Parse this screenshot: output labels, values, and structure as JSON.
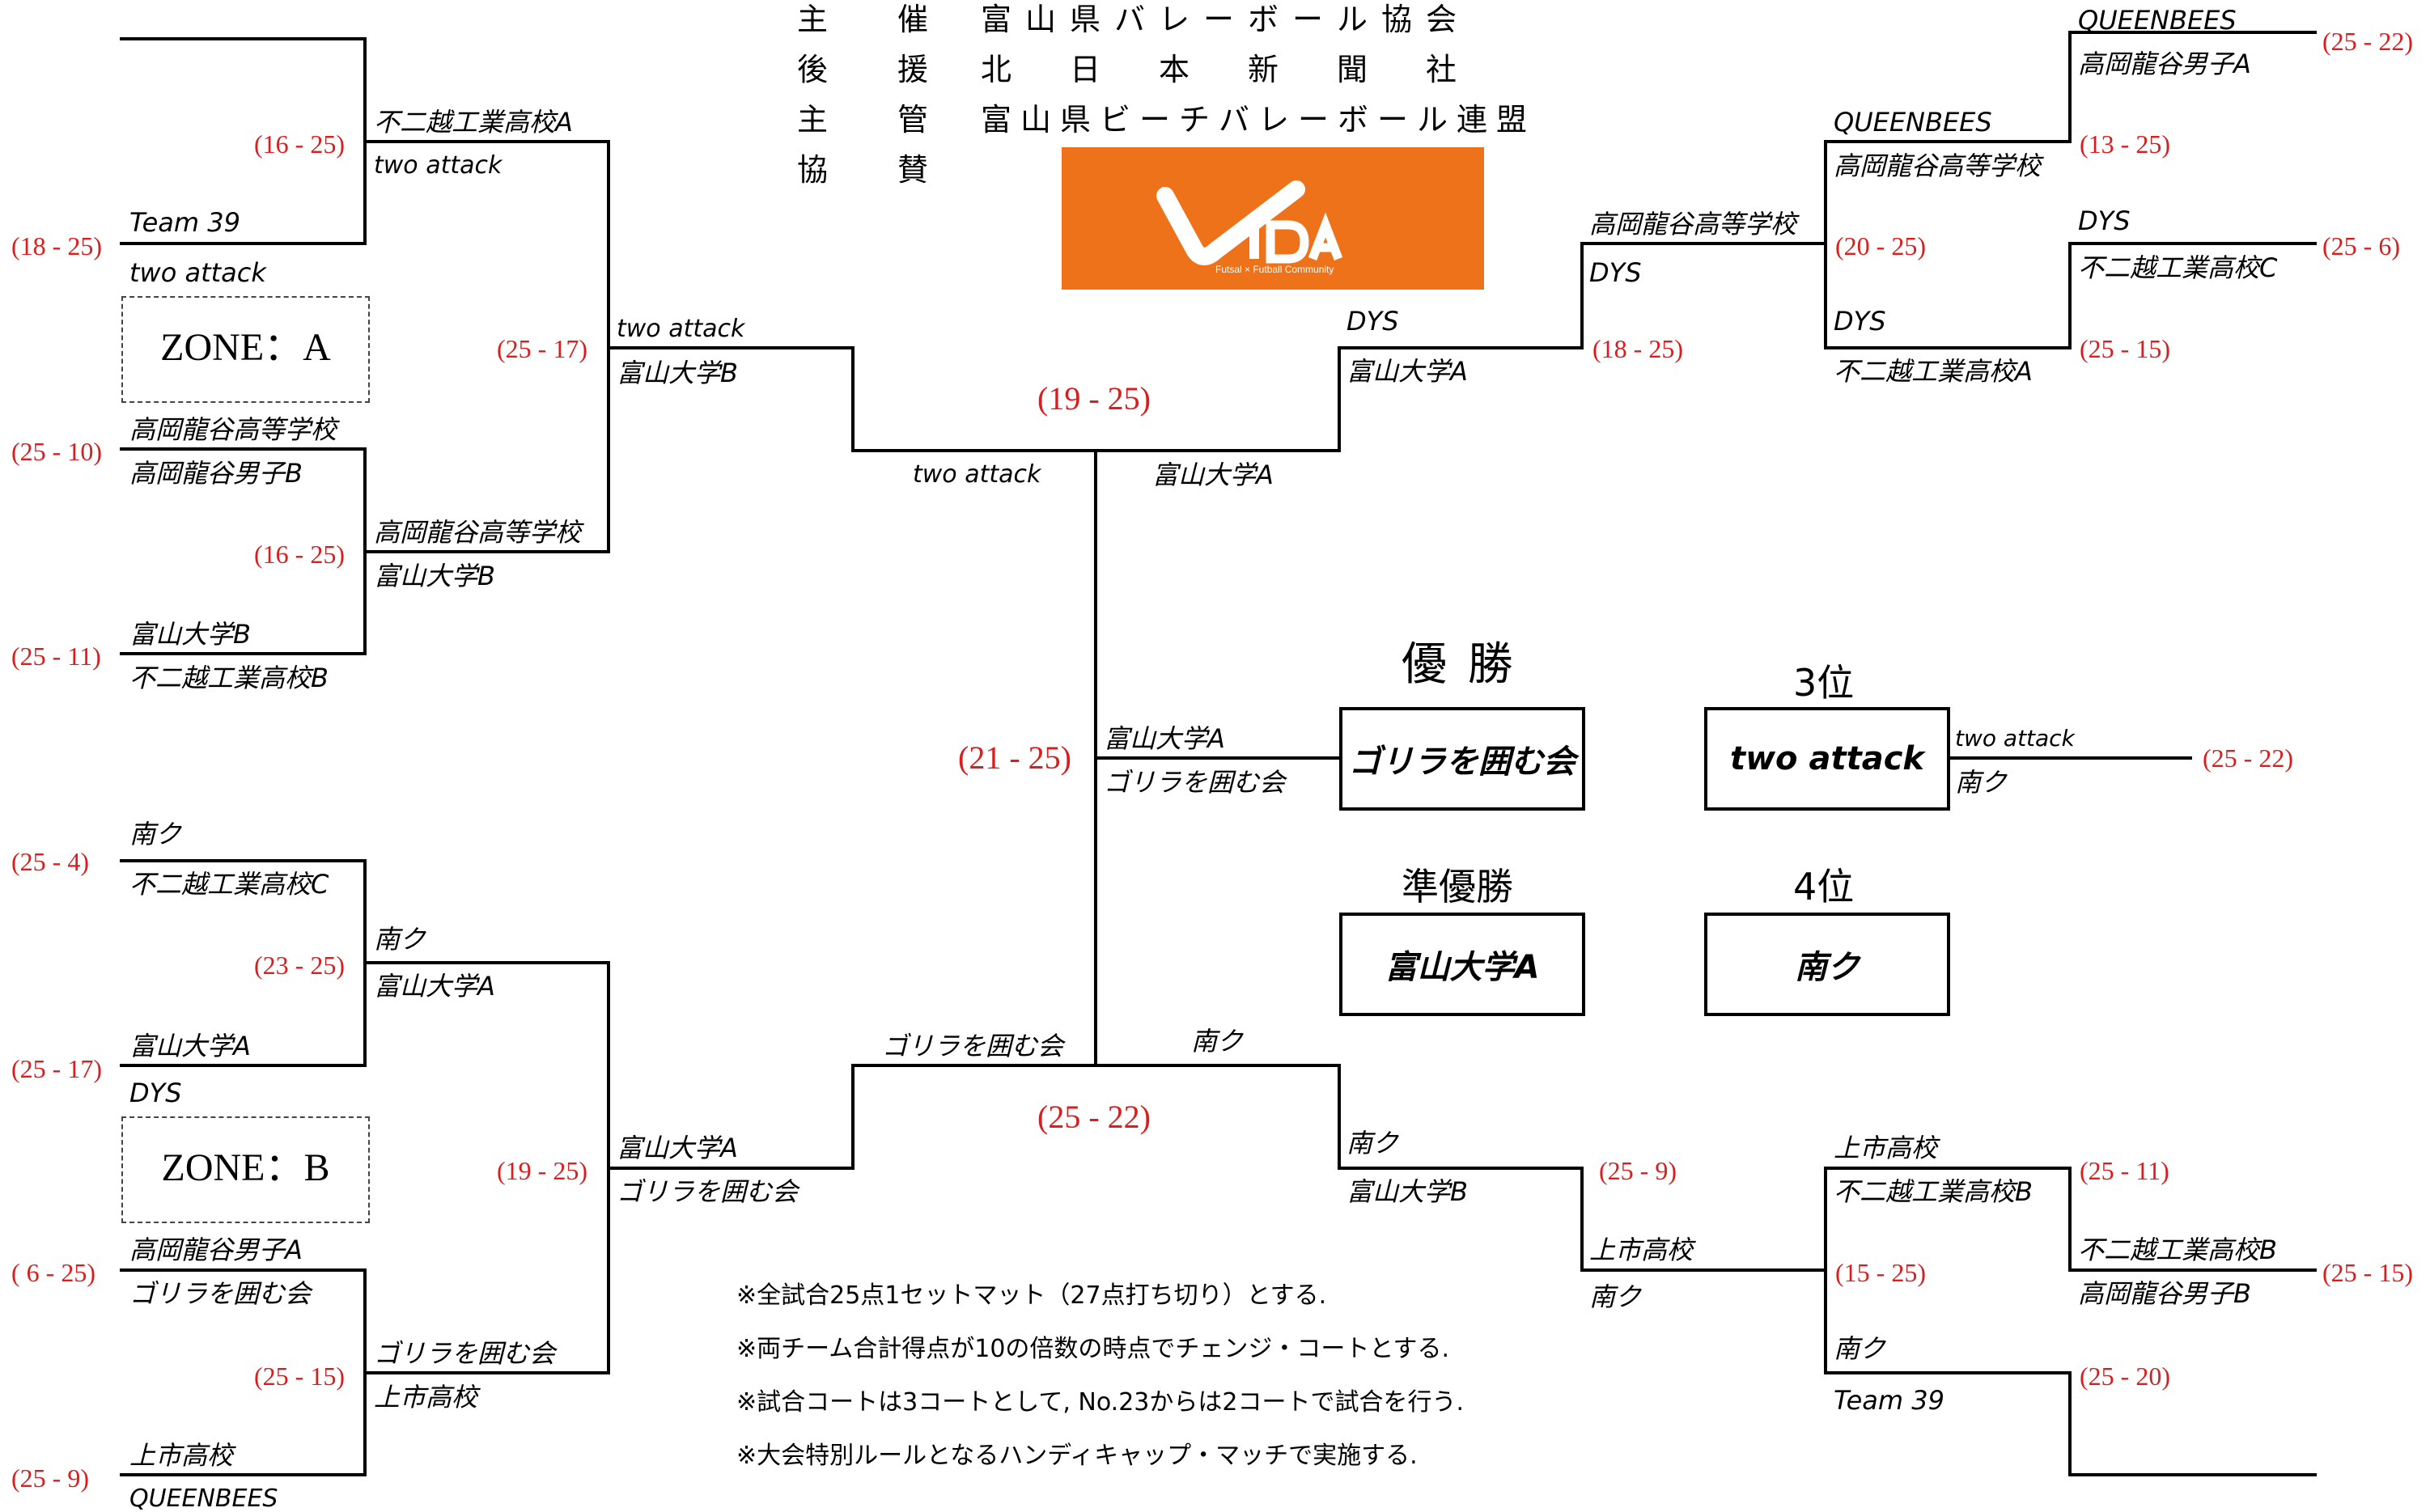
{
  "header": {
    "rows": [
      {
        "label": "主　催",
        "value": "富山県バレーボール協会"
      },
      {
        "label": "後　援",
        "value": "北日本新聞社"
      },
      {
        "label": "主　管",
        "value": "富山県ビーチバレーボール連盟"
      },
      {
        "label": "協　賛",
        "value": ""
      }
    ],
    "sponsor_logo": {
      "name": "VIDA",
      "tagline": "Futsal × Futball Community",
      "color": "#ee7219"
    }
  },
  "zones": {
    "a": "ZONE：A",
    "b": "ZONE：B"
  },
  "results": {
    "winner_label": "優 勝",
    "winner": "ゴリラを囲む会",
    "runner_up_label": "準優勝",
    "runner_up": "富山大学A",
    "third_label": "3位",
    "third": "two attack",
    "fourth_label": "4位",
    "fourth": "南ク"
  },
  "third_place_match": {
    "team_top": "two attack",
    "team_bottom": "南ク",
    "score": "(25 - 22)"
  },
  "notes": [
    "※全試合25点1セットマット（27点打ち切り）とする.",
    "※両チーム合計得点が10の倍数の時点でチェンジ・コートとする.",
    "※試合コートは3コートとして, No.23からは2コートで試合を行う.",
    "※大会特別ルールとなるハンディキャップ・マッチで実施する."
  ],
  "left_top": {
    "r1": [
      {
        "team_top": "",
        "team_bottom": "Team 39",
        "below": "two attack",
        "score": "(18 - 25)"
      },
      {
        "team_top": "高岡龍谷高等学校",
        "team_bottom": "高岡龍谷男子B",
        "score": "(25 - 10)"
      },
      {
        "team_top": "富山大学B",
        "team_bottom": "不二越工業高校B",
        "score": "(25 - 11)"
      }
    ],
    "r2": [
      {
        "team_top": "不二越工業高校A",
        "team_bottom": "two attack",
        "score": "(16 - 25)"
      },
      {
        "team_top": "高岡龍谷高等学校",
        "team_bottom": "富山大学B",
        "score": "(16 - 25)"
      }
    ],
    "r3": {
      "team_top": "two attack",
      "team_bottom": "富山大学B",
      "score": "(25 - 17)"
    }
  },
  "left_bottom": {
    "r1": [
      {
        "team_top": "南ク",
        "team_bottom": "不二越工業高校C",
        "score": "(25 -  4)"
      },
      {
        "team_top": "富山大学A",
        "team_bottom": "DYS",
        "score": "(25 - 17)"
      },
      {
        "team_top": "高岡龍谷男子A",
        "team_bottom": "ゴリラを囲む会",
        "score": "( 6 - 25)"
      },
      {
        "team_top": "上市高校",
        "team_bottom": "QUEENBEES",
        "score": "(25 -  9)"
      }
    ],
    "r2": [
      {
        "team_top": "南ク",
        "team_bottom": "富山大学A",
        "score": "(23 - 25)"
      },
      {
        "team_top": "ゴリラを囲む会",
        "team_bottom": "上市高校",
        "score": "(25 - 15)"
      }
    ],
    "r3": {
      "team_top": "富山大学A",
      "team_bottom": "ゴリラを囲む会",
      "score": "(19 - 25)"
    }
  },
  "right_top": {
    "r1": [
      {
        "team_top": "QUEENBEES",
        "team_bottom": "高岡龍谷男子A",
        "score": "(25 - 22)"
      },
      {
        "team_top": "DYS",
        "team_bottom": "不二越工業高校C",
        "score": "(25 -  6)"
      }
    ],
    "r2": [
      {
        "team_top": "QUEENBEES",
        "team_bottom": "高岡龍谷高等学校",
        "score": "(13 - 25)"
      },
      {
        "team_top": "DYS",
        "team_bottom": "不二越工業高校A",
        "score": "(25 - 15)"
      }
    ],
    "r3": {
      "team_top": "高岡龍谷高等学校",
      "team_bottom": "DYS",
      "score": "(20 - 25)"
    },
    "r4": {
      "team_top": "DYS",
      "team_bottom": "富山大学A",
      "score": "(18 - 25)"
    }
  },
  "right_bottom": {
    "r1": [
      {
        "team_top": "不二越工業高校B",
        "team_bottom": "高岡龍谷男子B",
        "score": "(25 - 15)"
      },
      {
        "team_top": "",
        "team_bottom": "",
        "score": ""
      }
    ],
    "r2": [
      {
        "team_top": "上市高校",
        "team_bottom": "不二越工業高校B",
        "score": "(25 - 11)"
      },
      {
        "team_top": "南ク",
        "team_bottom": "Team 39",
        "score": "(25 - 20)"
      }
    ],
    "r3": {
      "team_top": "上市高校",
      "team_bottom": "南ク",
      "score": "(15 - 25)"
    },
    "r4": {
      "team_top": "南ク",
      "team_bottom": "富山大学B",
      "score": "(25 -  9)"
    }
  },
  "semifinals": {
    "top": {
      "team_left": "two attack",
      "team_right": "富山大学A",
      "score": "(19 - 25)"
    },
    "bottom": {
      "team_left": "ゴリラを囲む会",
      "team_right": "南ク",
      "score": "(25 - 22)"
    }
  },
  "final": {
    "team_top": "富山大学A",
    "team_bottom": "ゴリラを囲む会",
    "score": "(21 - 25)"
  }
}
